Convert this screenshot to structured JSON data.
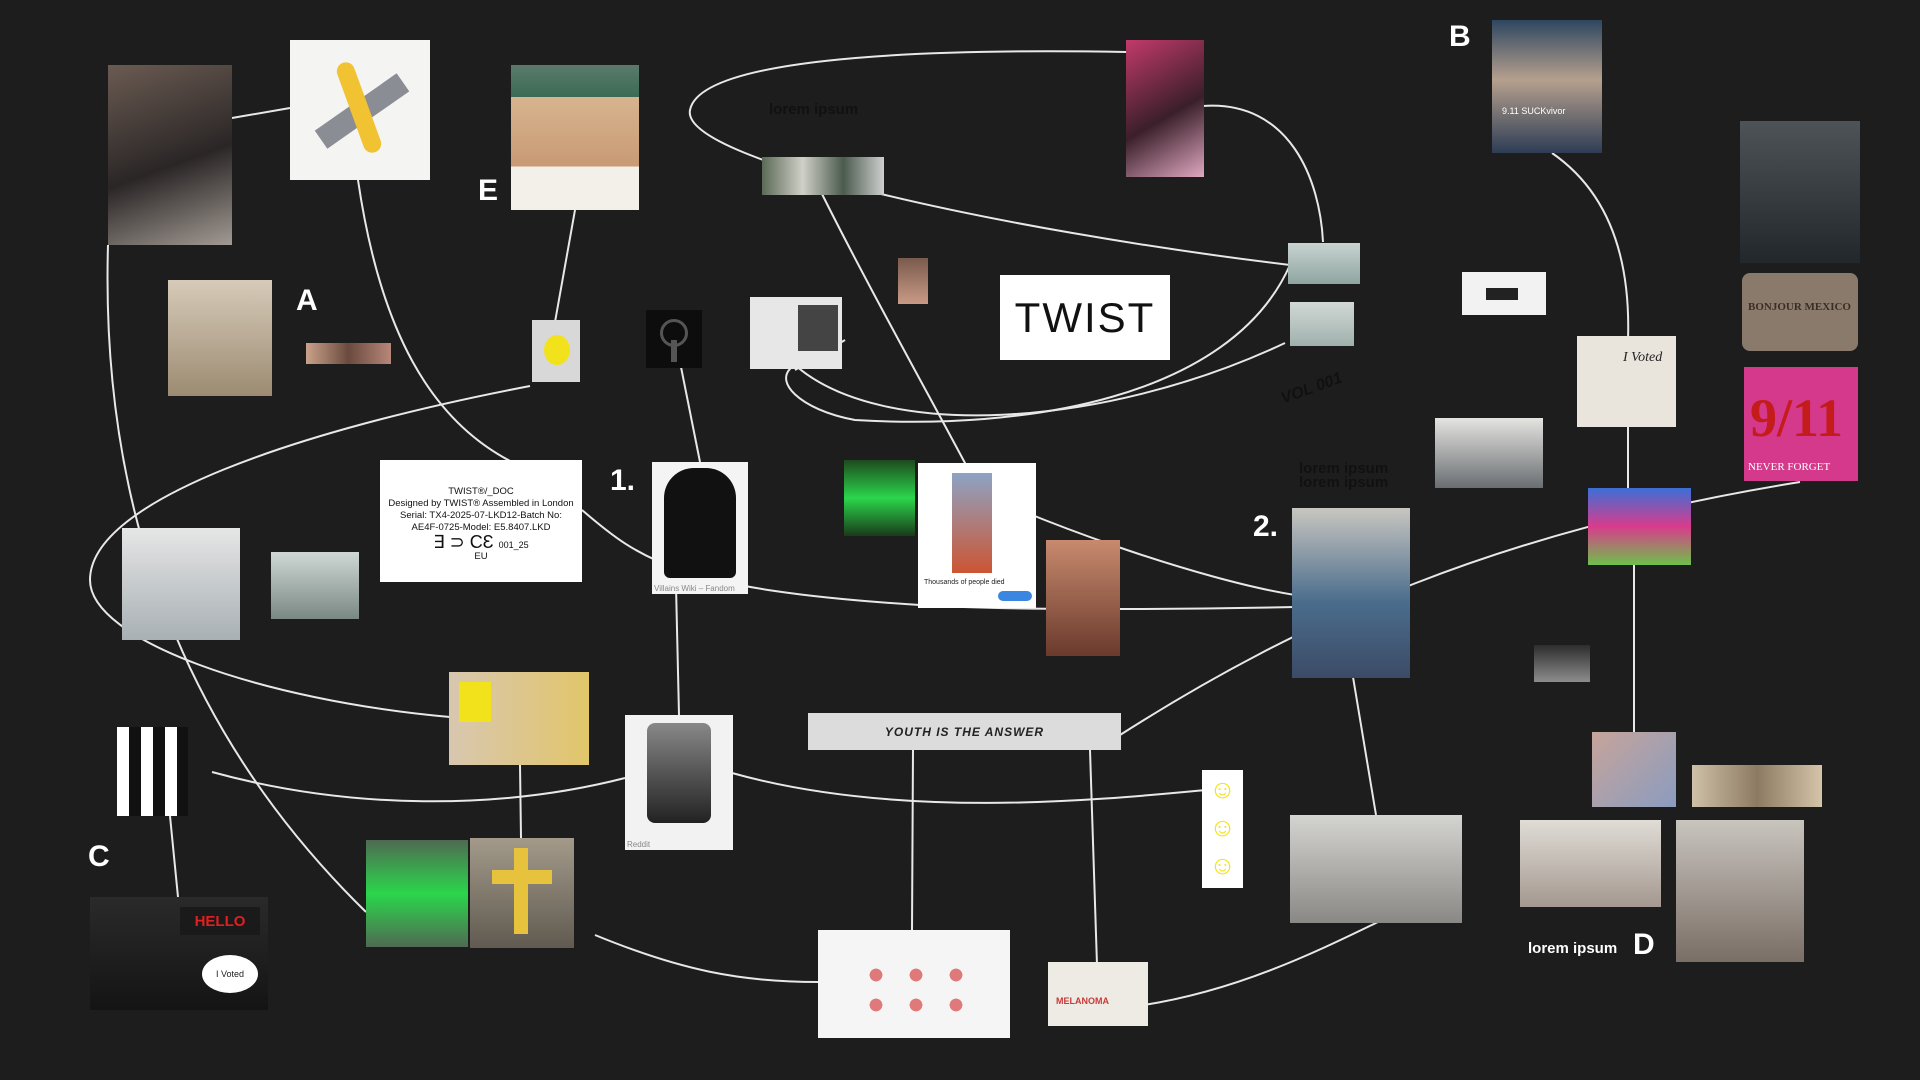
{
  "labels": {
    "a": "A",
    "b": "B",
    "c": "C",
    "d": "D",
    "e": "E",
    "one": "1.",
    "two": "2."
  },
  "lorem_top": "lorem ipsum",
  "lorem_mid_1": "lorem ipsum",
  "lorem_mid_2": "lorem ipsum",
  "lorem_bottom": "lorem ipsum",
  "twist_logo": "TWIST",
  "vol_text": "VOL 001",
  "youth_banner": "YOUTH IS THE ANSWER",
  "doc": {
    "line1": "TWIST®/_DOC",
    "line2": "Designed by TWIST® Assembled in London",
    "line3": "Serial: TX4-2025-07-LKD12-Batch No:",
    "line4": "AE4F-0725-Model: E5.8407.LKD",
    "line5": "001_25",
    "line6": "EU"
  },
  "captions": {
    "villains": "Villains Wiki – Fandom",
    "reddit": "Reddit",
    "survivor": "9.11 SUCKvivor",
    "thousands": "Thousands of people died",
    "never_forget": "NEVER FORGET",
    "nine_eleven": "9/11",
    "hello": "HELLO",
    "voted": "I Voted",
    "bonjour": "BONJOUR MEXICO",
    "melanoma": "MELANOMA"
  },
  "colors": {
    "background": "#1d1d1d",
    "line": "#e8e8e8",
    "accent_yellow": "#f2e21c",
    "accent_green": "#2bd64b"
  }
}
